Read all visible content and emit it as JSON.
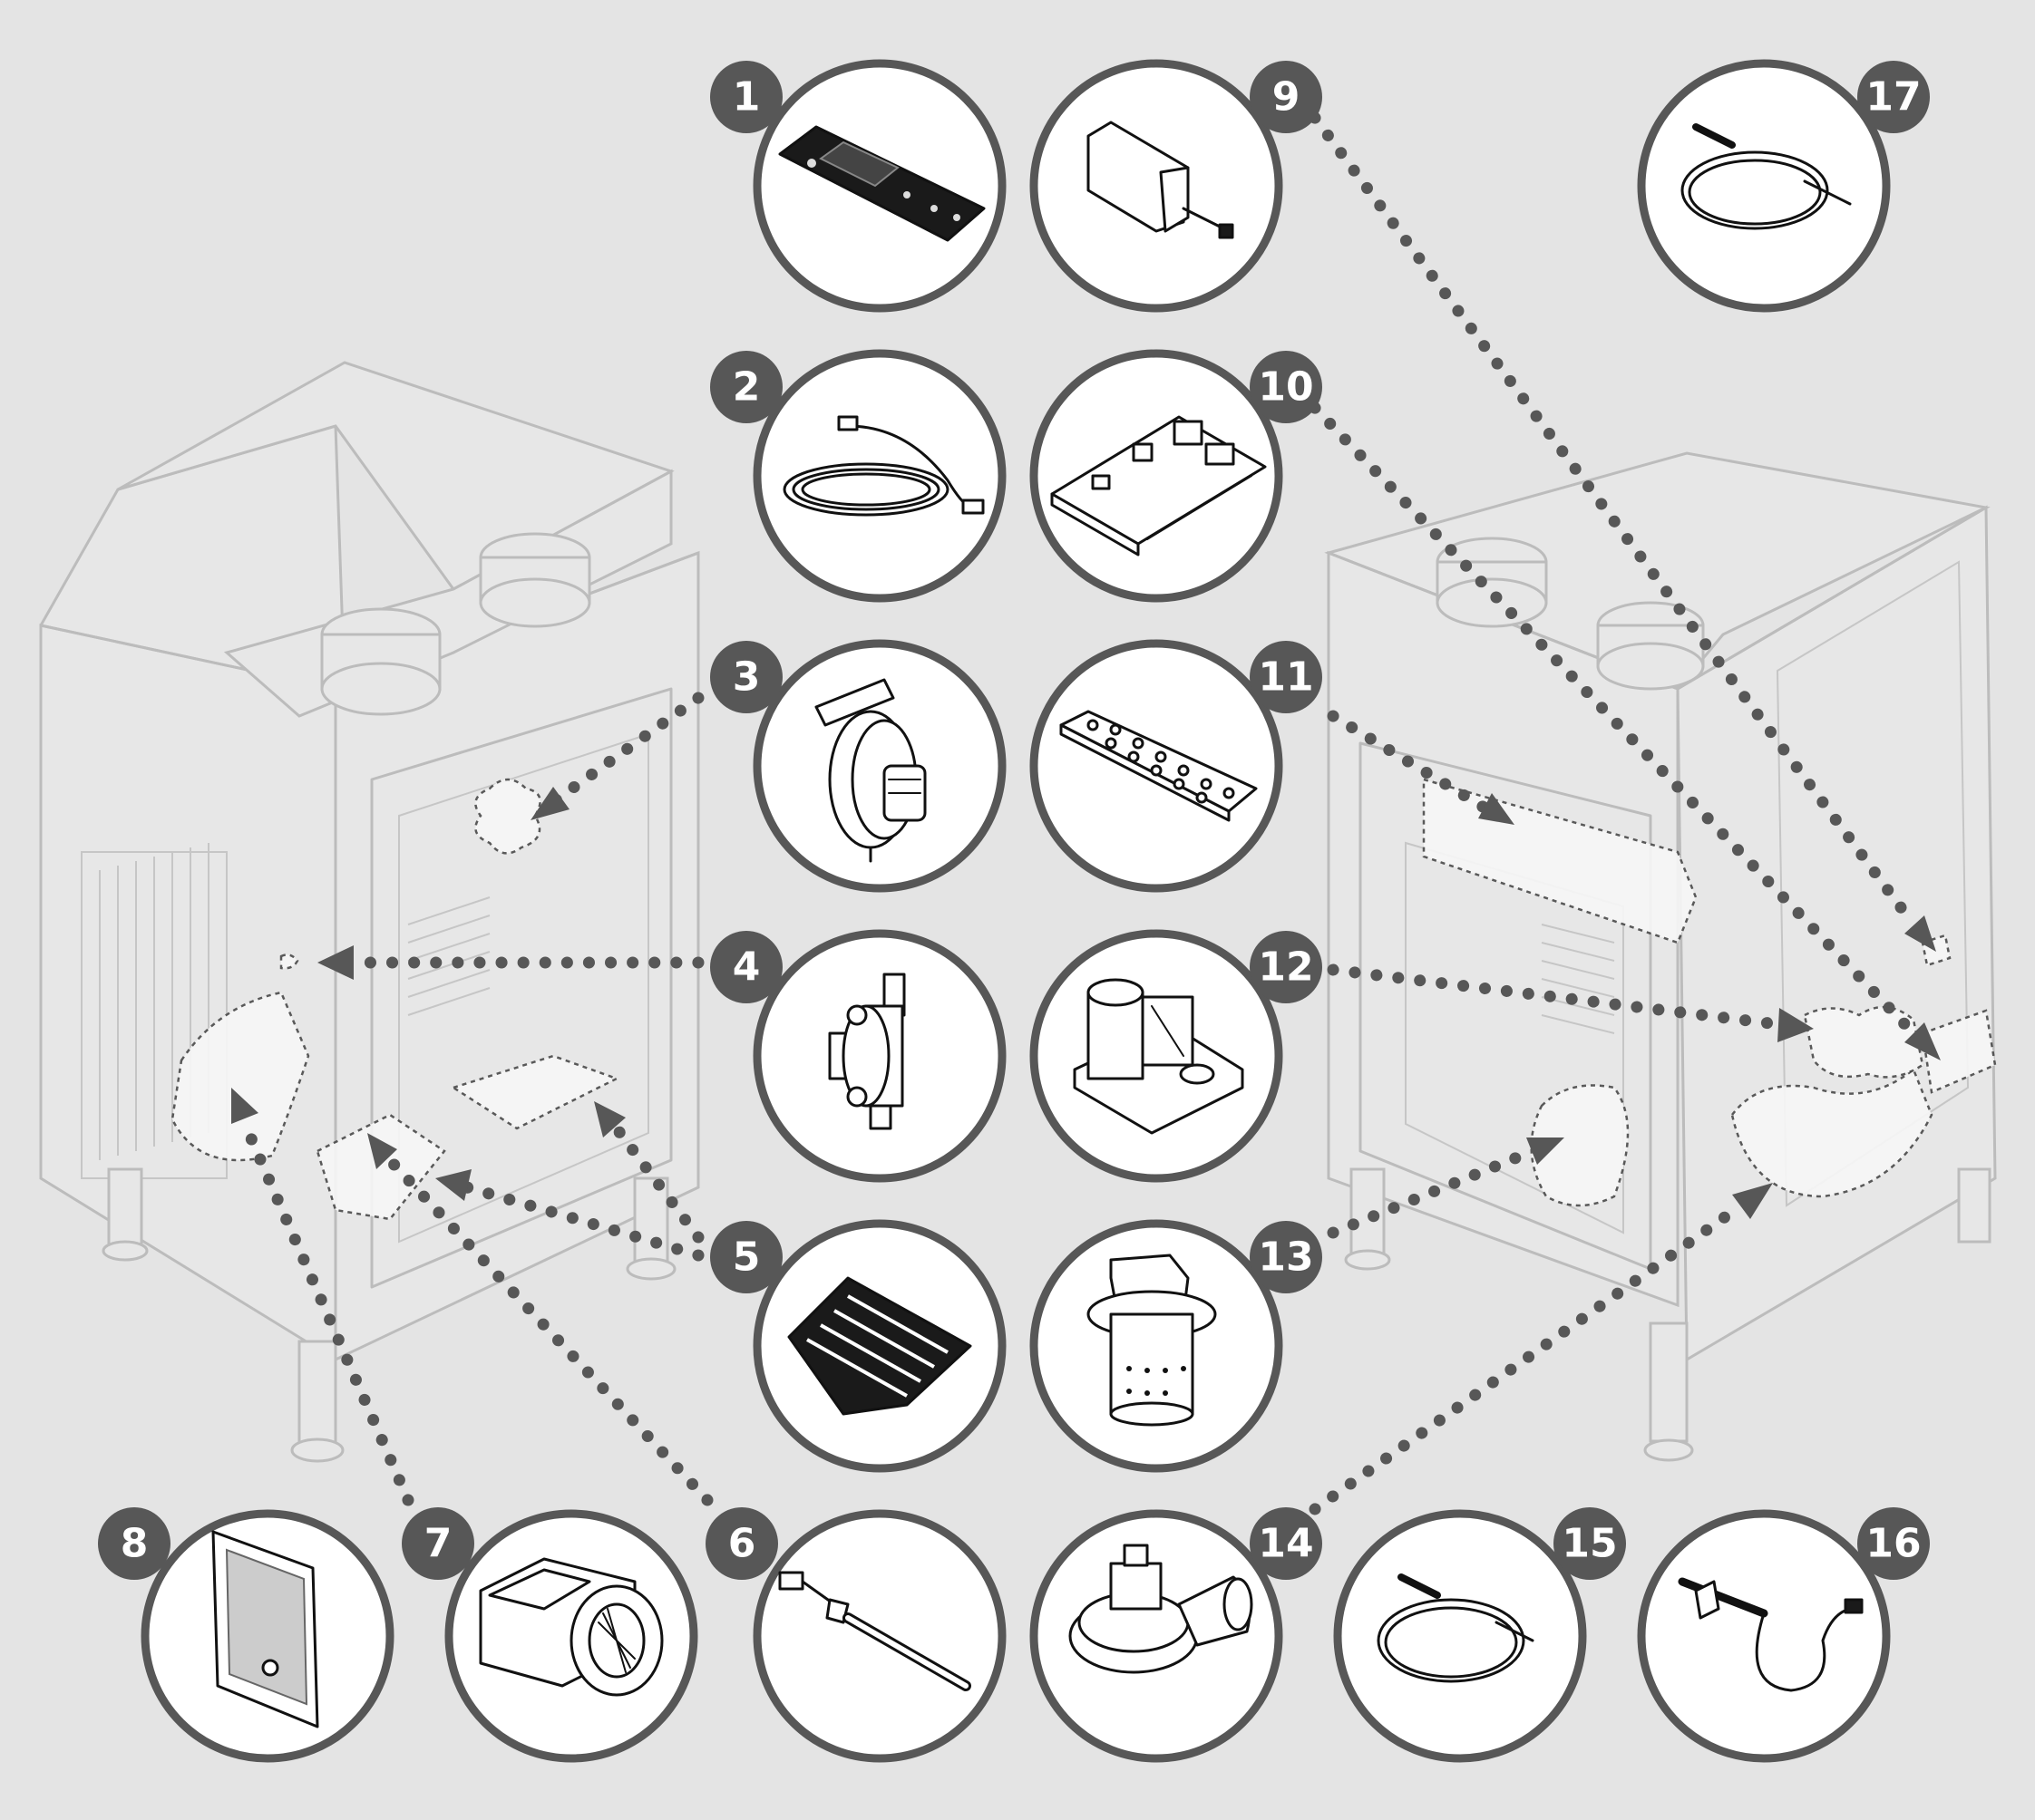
{
  "callouts": [
    {
      "number": "1",
      "icon": "control-panel-icon"
    },
    {
      "number": "2",
      "icon": "cable-icon"
    },
    {
      "number": "3",
      "icon": "pressure-switch-icon"
    },
    {
      "number": "4",
      "icon": "thermostat-icon"
    },
    {
      "number": "5",
      "icon": "grate-icon"
    },
    {
      "number": "6",
      "icon": "probe-icon"
    },
    {
      "number": "7",
      "icon": "blower-fan-icon"
    },
    {
      "number": "8",
      "icon": "filter-grille-icon"
    },
    {
      "number": "9",
      "icon": "receiver-module-icon"
    },
    {
      "number": "10",
      "icon": "circuit-board-icon"
    },
    {
      "number": "11",
      "icon": "remote-control-icon"
    },
    {
      "number": "12",
      "icon": "gear-motor-icon"
    },
    {
      "number": "13",
      "icon": "burn-pot-icon"
    },
    {
      "number": "14",
      "icon": "exhaust-fan-icon"
    },
    {
      "number": "15",
      "icon": "temperature-sensor-icon"
    },
    {
      "number": "16",
      "icon": "igniter-icon"
    },
    {
      "number": "17",
      "icon": "temperature-sensor-icon"
    }
  ],
  "colors": {
    "background": "#e4e4e4",
    "ring": "#575757",
    "badge": "#575757",
    "badge_text": "#ffffff",
    "stove_outline": "#bcbcbc"
  }
}
